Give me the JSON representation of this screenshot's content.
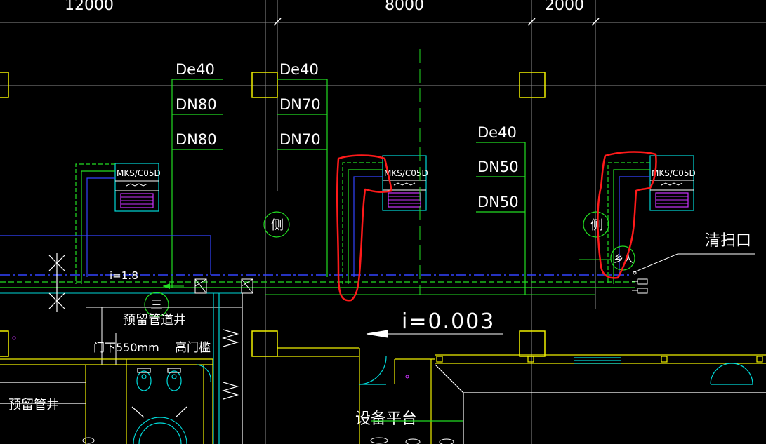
{
  "dimensions": {
    "left": "12000",
    "middle": "8000",
    "right": "2000"
  },
  "pipe_labels": {
    "group1": [
      "De40",
      "DN80",
      "DN80"
    ],
    "group2": [
      "De40",
      "DN70",
      "DN70"
    ],
    "group3": [
      "De40",
      "DN50",
      "DN50"
    ]
  },
  "equipment_tag": "MKS/C05D",
  "circle_tags": {
    "side1": "侧",
    "side2": "侧",
    "label": "乡人",
    "circle_left": "三"
  },
  "annotations": {
    "cleanout": "清扫口",
    "slope_small": "i=1:8",
    "slope_main": "i=0.003",
    "reserved_shaft": "预留管道井",
    "door_note": "门下550mm",
    "threshold": "高门槛",
    "reserved_shaft_2": "预留管井",
    "equipment_platform": "设备平台"
  },
  "colors": {
    "background": "#000000",
    "green": "#22dd22",
    "yellow": "#f0f000",
    "cyan": "#00d8d8",
    "blue": "#3344ff",
    "red": "#ff1a1a",
    "magenta": "#cc33ff",
    "white": "#ffffff"
  }
}
